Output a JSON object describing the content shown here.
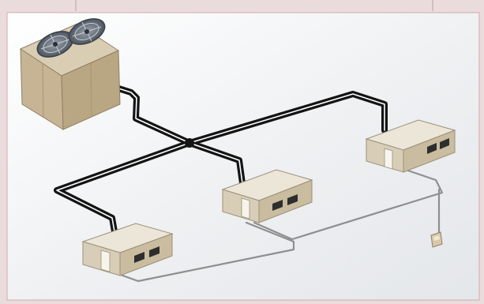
{
  "diagram": {
    "components": [
      {
        "id": "outdoor_unit",
        "kind": "outdoor-condenser",
        "fans": 2
      },
      {
        "id": "indoor_unit_1",
        "kind": "ducted-indoor-unit"
      },
      {
        "id": "indoor_unit_2",
        "kind": "ducted-indoor-unit"
      },
      {
        "id": "indoor_unit_3",
        "kind": "ducted-indoor-unit"
      },
      {
        "id": "controller",
        "kind": "wall-controller"
      }
    ],
    "connections": [
      {
        "from": "outdoor_unit",
        "to": "indoor_unit_1",
        "type": "refrigerant-piping"
      },
      {
        "from": "outdoor_unit",
        "to": "indoor_unit_2",
        "type": "refrigerant-piping"
      },
      {
        "from": "outdoor_unit",
        "to": "indoor_unit_3",
        "type": "refrigerant-piping"
      },
      {
        "from": "indoor_unit_1",
        "to": "indoor_unit_2",
        "type": "control-wiring"
      },
      {
        "from": "indoor_unit_2",
        "to": "indoor_unit_3",
        "type": "control-wiring"
      },
      {
        "from": "indoor_unit_3",
        "to": "controller",
        "type": "control-wiring"
      }
    ],
    "colors": {
      "page_border": "#eadcdc",
      "background": "#f1f2f4",
      "frame": "#d4a8ac",
      "pipe": "#141414",
      "pipe_highlight": "#ffffff",
      "wire": "#8f8f8f",
      "unit_top": "#ece6d8",
      "unit_side": "#d8ceb8",
      "unit_front": "#c9bc9f",
      "vent": "#2e2e2e",
      "condenser_body": "#c6b495",
      "fan_guard": "#6a7480"
    }
  }
}
